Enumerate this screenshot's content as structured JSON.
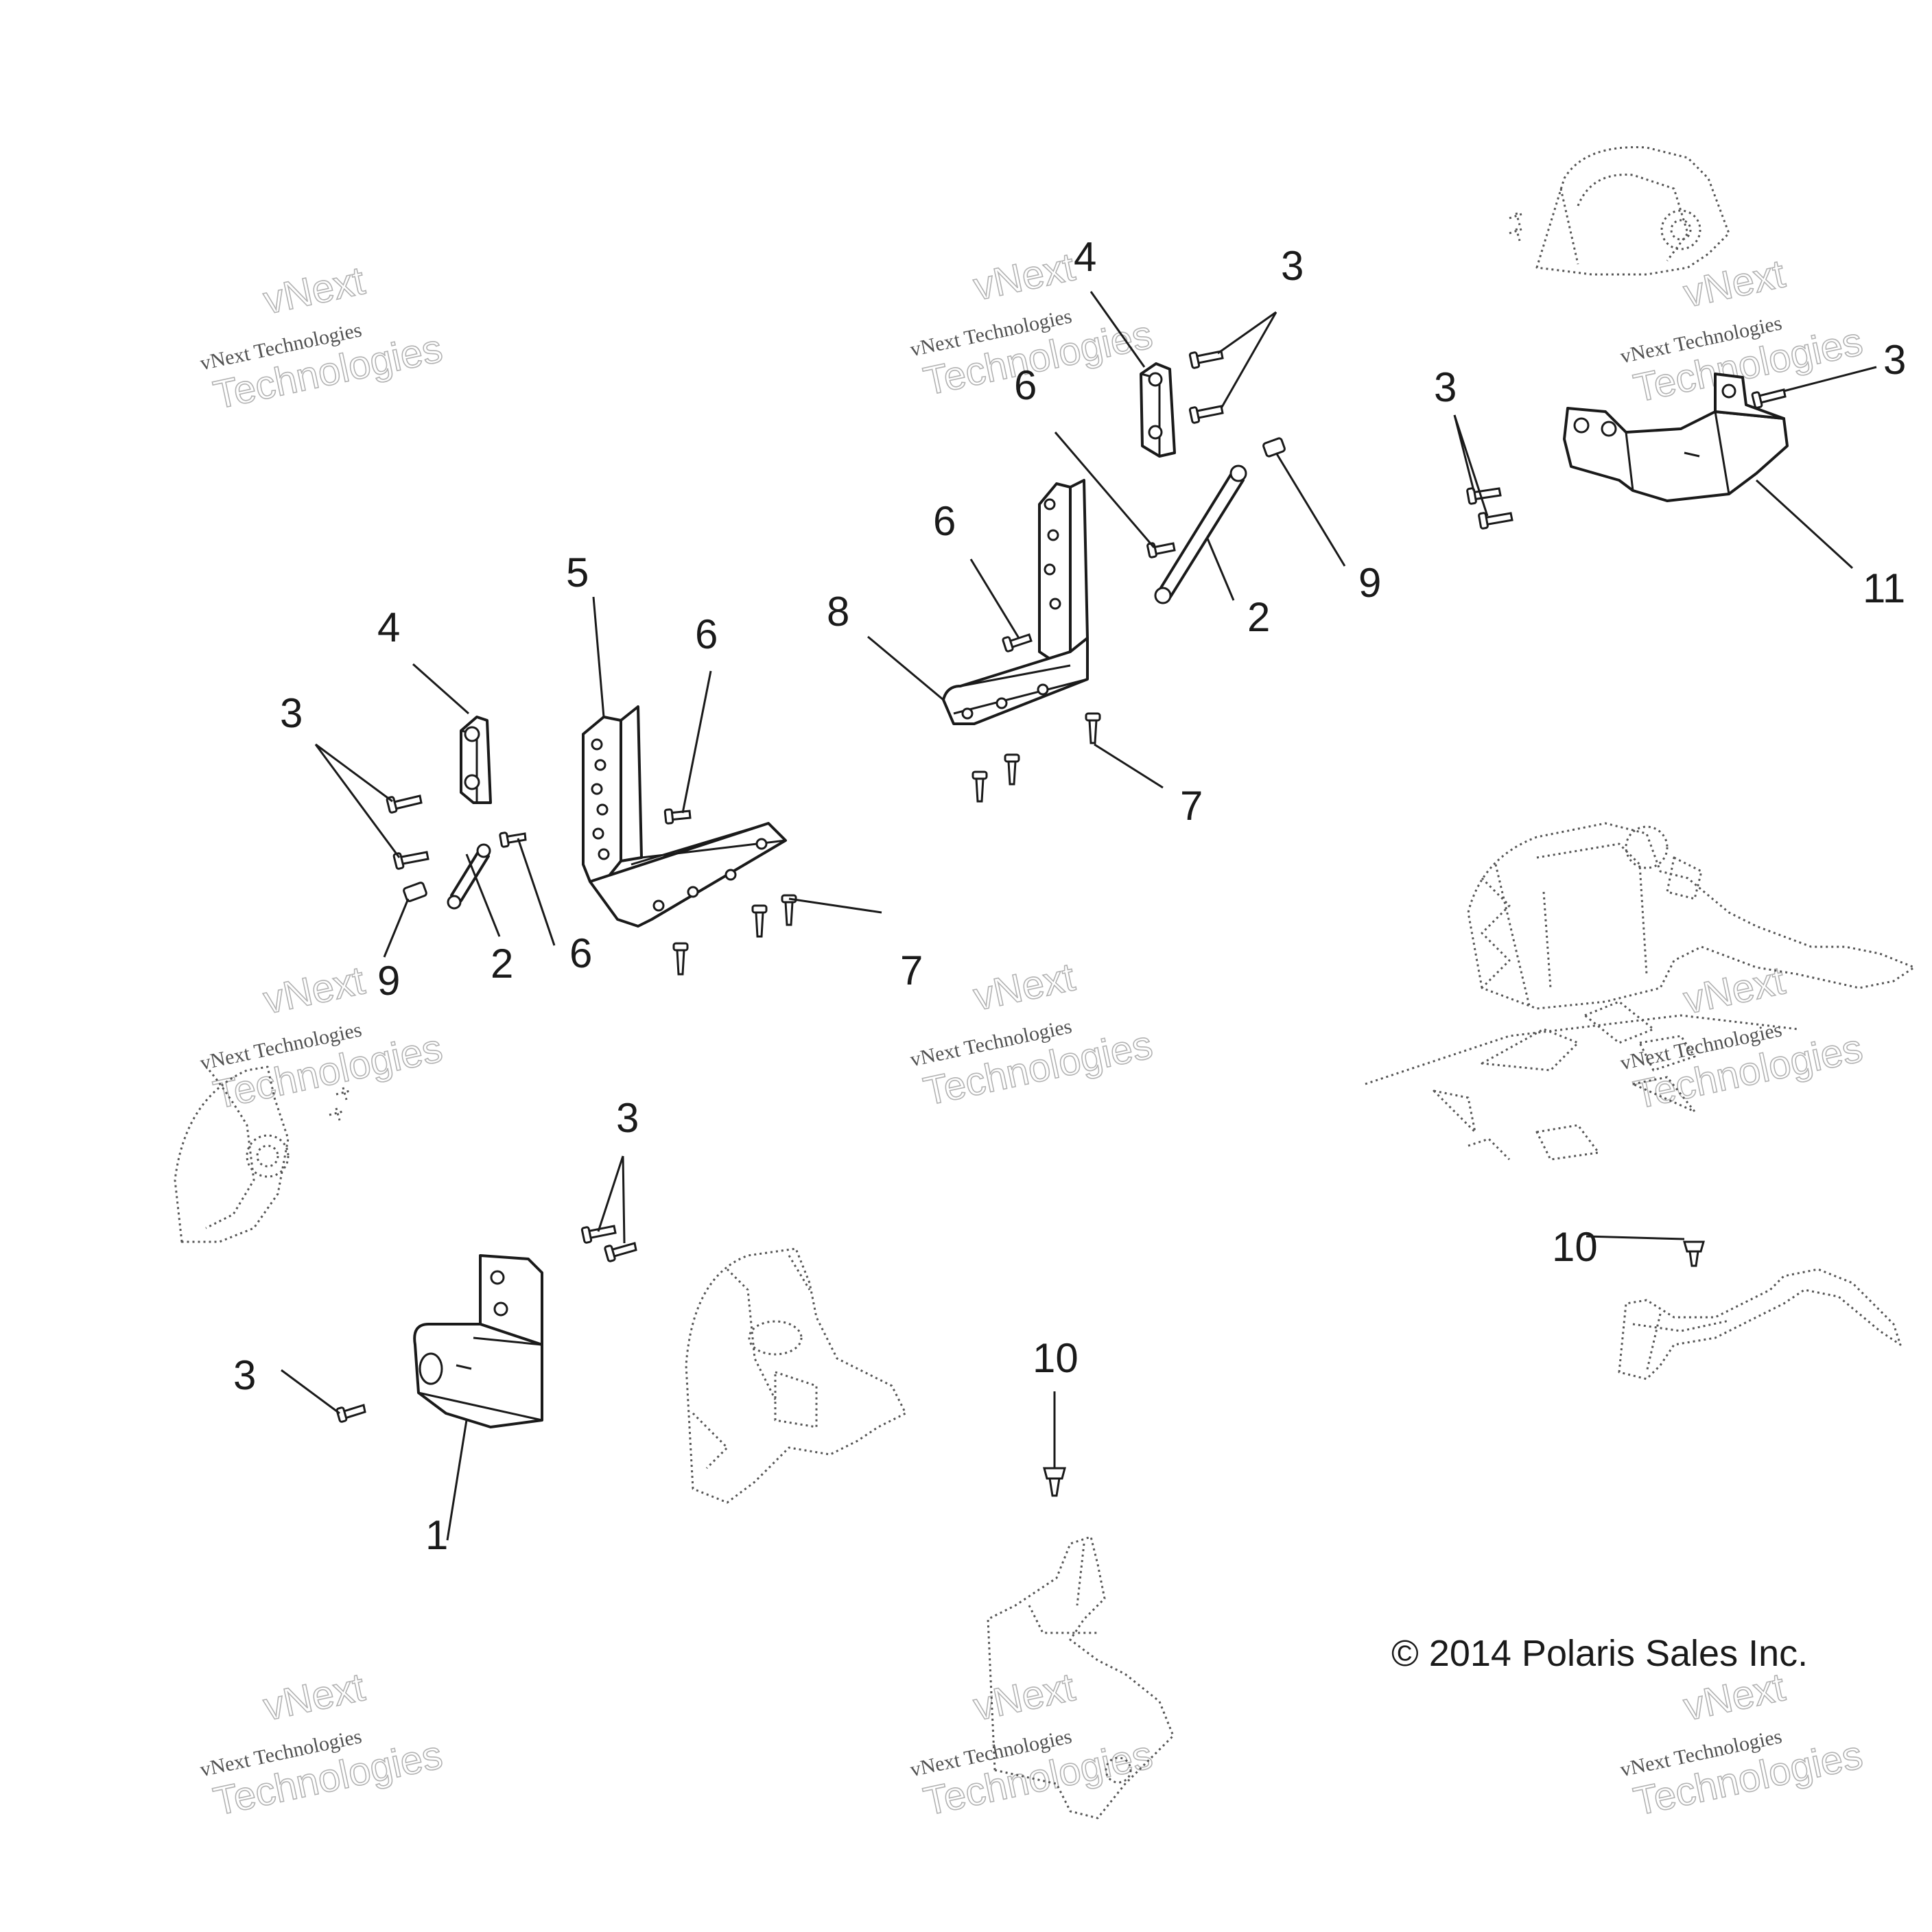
{
  "callouts": {
    "c1": "1",
    "c2a": "2",
    "c2b": "2",
    "c3a": "3",
    "c3b": "3",
    "c3c": "3",
    "c3d": "3",
    "c3e": "3",
    "c3f": "3",
    "c4a": "4",
    "c4b": "4",
    "c5": "5",
    "c6a": "6",
    "c6b": "6",
    "c6c": "6",
    "c6d": "6",
    "c7a": "7",
    "c7b": "7",
    "c8": "8",
    "c9a": "9",
    "c9b": "9",
    "c10a": "10",
    "c10b": "10",
    "c11": "11"
  },
  "copyright": "© 2014 Polaris Sales Inc.",
  "watermark": {
    "line_a": "vNext",
    "line_b": "vNext Technologies",
    "line_c": "Technologies"
  },
  "colors": {
    "ink": "#1a1a1a",
    "background": "#ffffff"
  }
}
